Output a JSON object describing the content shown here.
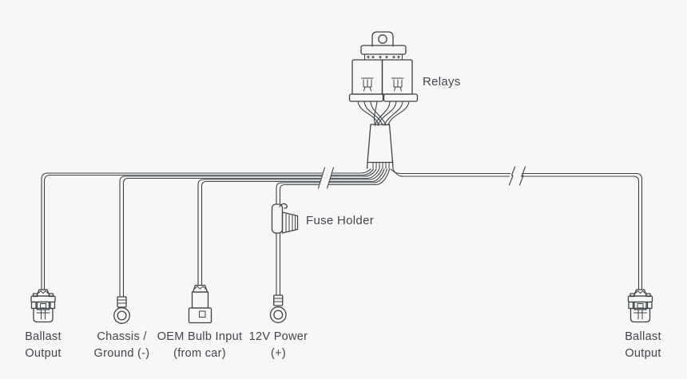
{
  "diagram": {
    "relays_label": "Relays",
    "fuse_holder_label": "Fuse Holder",
    "terminals": [
      {
        "line1": "Ballast",
        "line2": "Output"
      },
      {
        "line1": "Chassis /",
        "line2": "Ground (-)"
      },
      {
        "line1": "OEM Bulb Input",
        "line2": "(from car)"
      },
      {
        "line1": "12V Power",
        "line2": "(+)"
      },
      {
        "line1": "Ballast",
        "line2": "Output"
      }
    ]
  },
  "colors": {
    "background": "#f7f7f7",
    "line": "#3e4347",
    "text": "#41464c"
  }
}
